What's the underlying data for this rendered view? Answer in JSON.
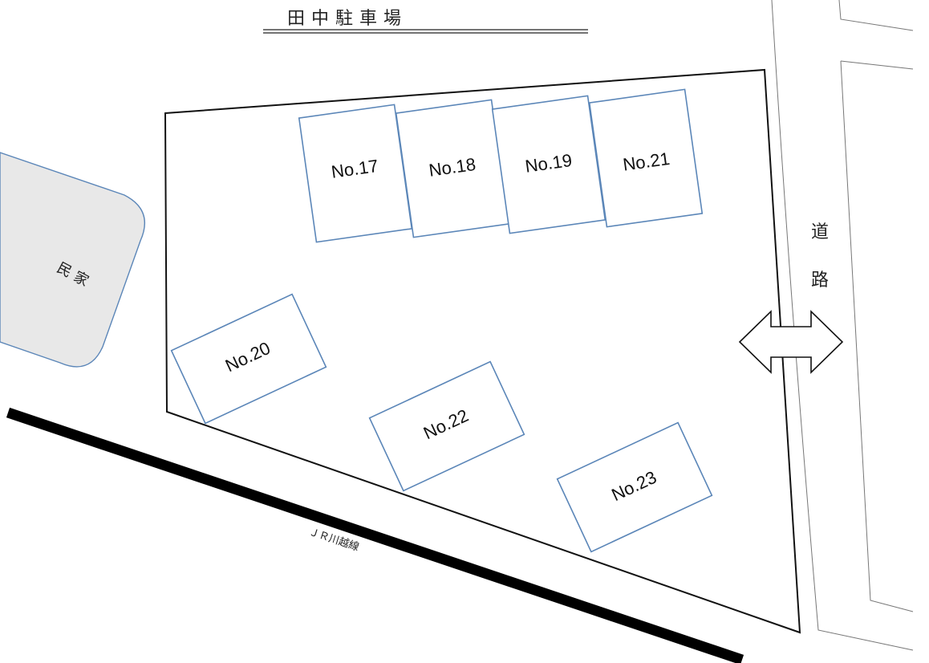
{
  "title": "田中駐車場",
  "labels": {
    "house": "民 家",
    "road_char_1": "道",
    "road_char_2": "路",
    "railway": "ＪＲ川越線"
  },
  "parking_slots": [
    {
      "id": "slot-17",
      "label": "No.17"
    },
    {
      "id": "slot-18",
      "label": "No.18"
    },
    {
      "id": "slot-19",
      "label": "No.19"
    },
    {
      "id": "slot-21",
      "label": "No.21"
    },
    {
      "id": "slot-20",
      "label": "No.20"
    },
    {
      "id": "slot-22",
      "label": "No.22"
    },
    {
      "id": "slot-23",
      "label": "No.23"
    }
  ],
  "colors": {
    "slot_outline": "#5b86b8",
    "house_fill": "#e8e8e8",
    "lot_outline": "#111111",
    "railway": "#000000"
  },
  "icons": [
    "entrance-double-arrow-icon"
  ]
}
